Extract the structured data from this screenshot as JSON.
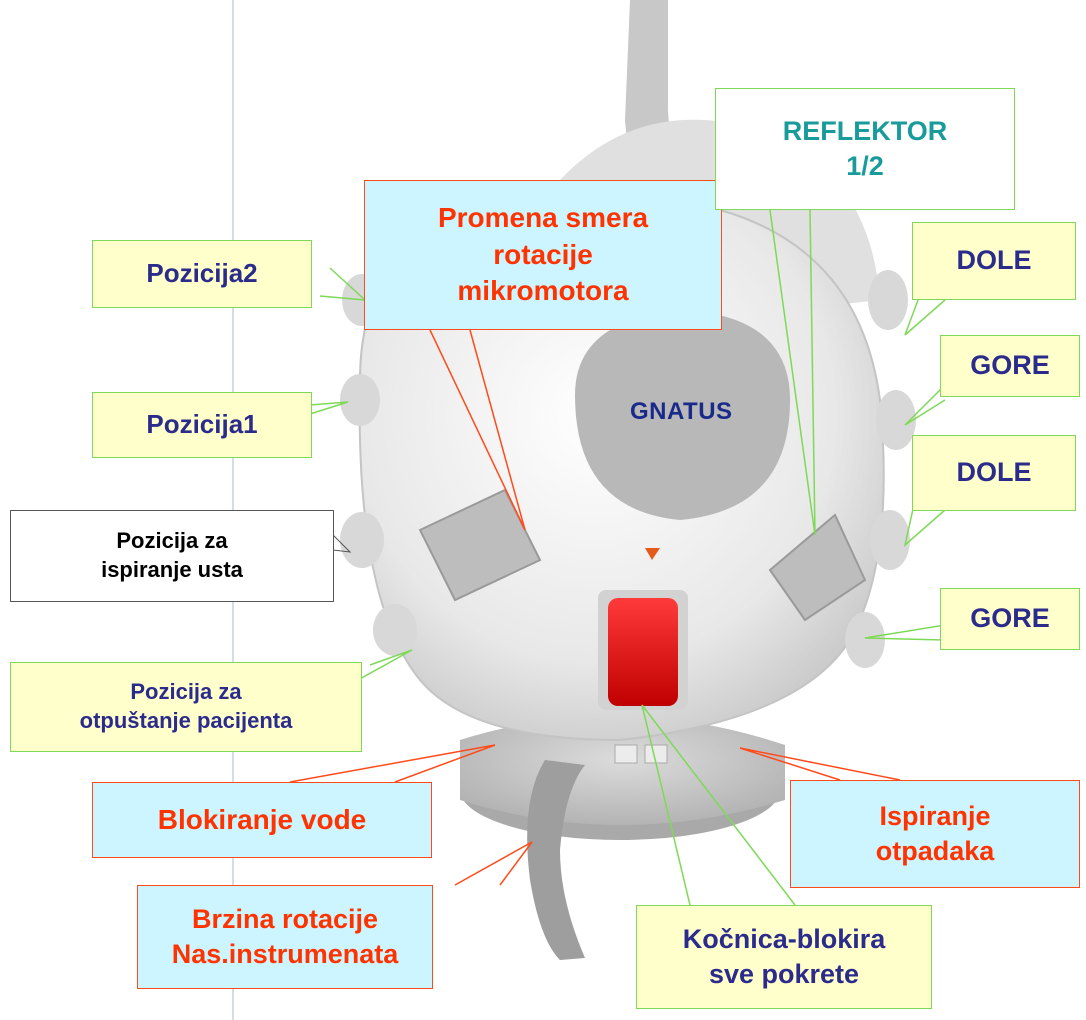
{
  "brand": {
    "logo_text": "GNATUS"
  },
  "labels": {
    "pozicija2": "Pozicija2",
    "pozicija1": "Pozicija1",
    "ispiranje_usta": "Pozicija za\nispiranje usta",
    "otpustanje": "Pozicija za\notpuštanje pacijenta",
    "blokiranje_vode": "Blokiranje vode",
    "brzina_rotacije": "Brzina rotacije\nNas.instrumenata",
    "promena_smera": "Promena smera\nrotacije\nmikromotora",
    "reflektor": "REFLEKTOR\n1/2",
    "dole_1": "DOLE",
    "gore_1": "GORE",
    "dole_2": "DOLE",
    "gore_2": "GORE",
    "ispiranje_otpadaka": "Ispiranje\notpadaka",
    "kocnica": "Kočnica-blokira\nsve pokrete"
  }
}
